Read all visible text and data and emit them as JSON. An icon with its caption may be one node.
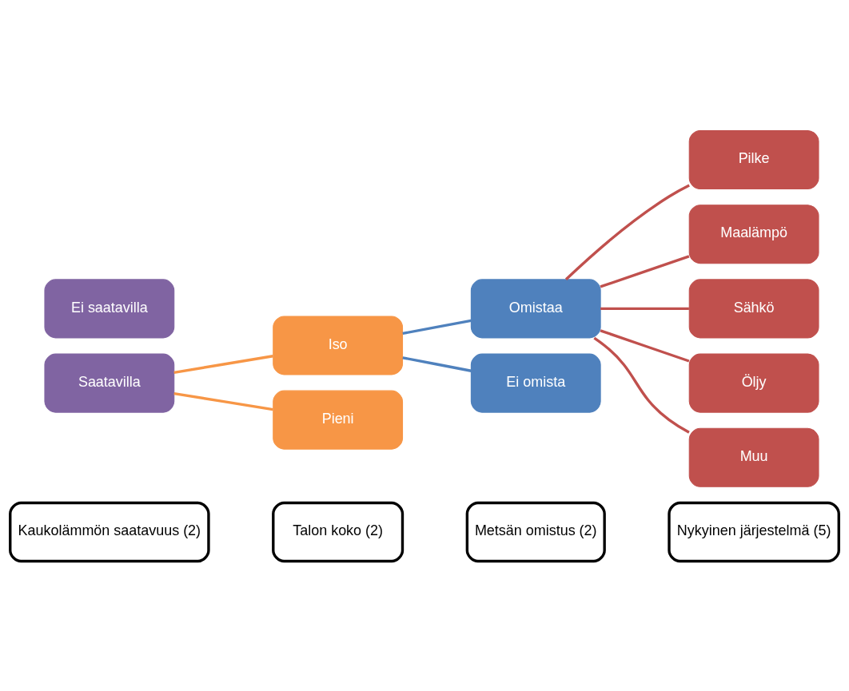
{
  "diagram": {
    "nodes": [
      {
        "text": [
          "Kaukolämmön saatavuus (2)"
        ]
      },
      {
        "text": [
          "Talon koko (2)"
        ]
      },
      {
        "text": [
          "Metsän omistus (2)"
        ]
      },
      {
        "text": [
          "Nykyinen järjestelmä (5)"
        ]
      },
      {
        "text": [
          "Saatavilla"
        ]
      },
      {
        "text": [
          "Ei saatavilla"
        ]
      },
      {
        "text": [
          "Iso"
        ]
      },
      {
        "text": [
          "Pieni"
        ]
      },
      {
        "text": [
          "Omistaa"
        ]
      },
      {
        "text": [
          "Ei omista"
        ]
      },
      {
        "text": [
          "Pilke"
        ]
      },
      {
        "text": [
          "Maalämpö"
        ]
      },
      {
        "text": [
          "Sähkö"
        ]
      },
      {
        "text": [
          "Öljy"
        ]
      },
      {
        "text": [
          "Muu"
        ]
      }
    ],
    "edges": [
      {
        "from": 4,
        "to": 6,
        "arrow": "none",
        "color": "#f79646"
      },
      {
        "from": 4,
        "to": 7,
        "arrow": "none",
        "color": "#f79646"
      },
      {
        "from": 6,
        "to": 8,
        "arrow": "none",
        "color": "#4f81bd"
      },
      {
        "from": 6,
        "to": 9,
        "arrow": "none",
        "color": "#4f81bd"
      },
      {
        "from": 8,
        "to": 10,
        "arrow": "none"
      },
      {
        "from": 8,
        "to": 11,
        "arrow": "none"
      },
      {
        "from": 8,
        "to": 12,
        "arrow": "none"
      },
      {
        "from": 8,
        "to": 13,
        "arrow": "none"
      },
      {
        "from": 8,
        "to": 14,
        "arrow": "none"
      }
    ]
  }
}
